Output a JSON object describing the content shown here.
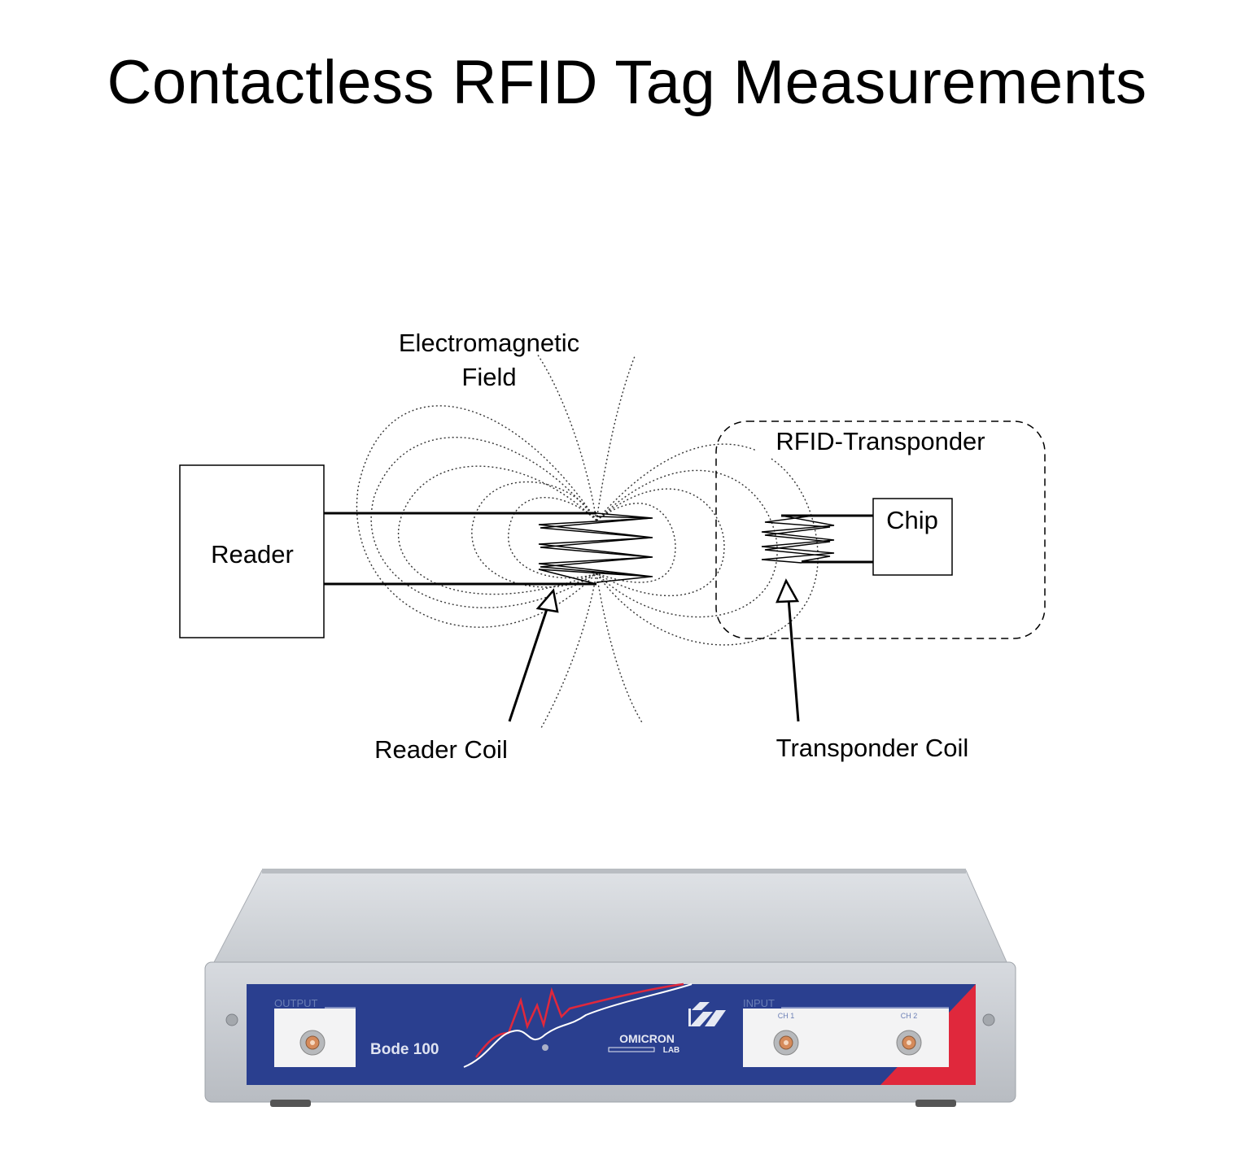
{
  "title": "Contactless RFID Tag Measurements",
  "diagram": {
    "field_label_line1": "Electromagnetic",
    "field_label_line2": "Field",
    "reader": "Reader",
    "transponder": "RFID-Transponder",
    "chip": "Chip",
    "reader_coil": "Reader Coil",
    "transponder_coil": "Transponder Coil"
  },
  "device": {
    "output_label": "OUTPUT",
    "input_label": "INPUT",
    "ch1": "CH 1",
    "ch2": "CH 2",
    "model": "Bode 100",
    "brand": "OMICRON",
    "brand_sub": "LAB",
    "colors": {
      "panel_blue": "#2a3f8f",
      "accent_red": "#e0283c",
      "case_grey": "#c9cdd2"
    }
  }
}
